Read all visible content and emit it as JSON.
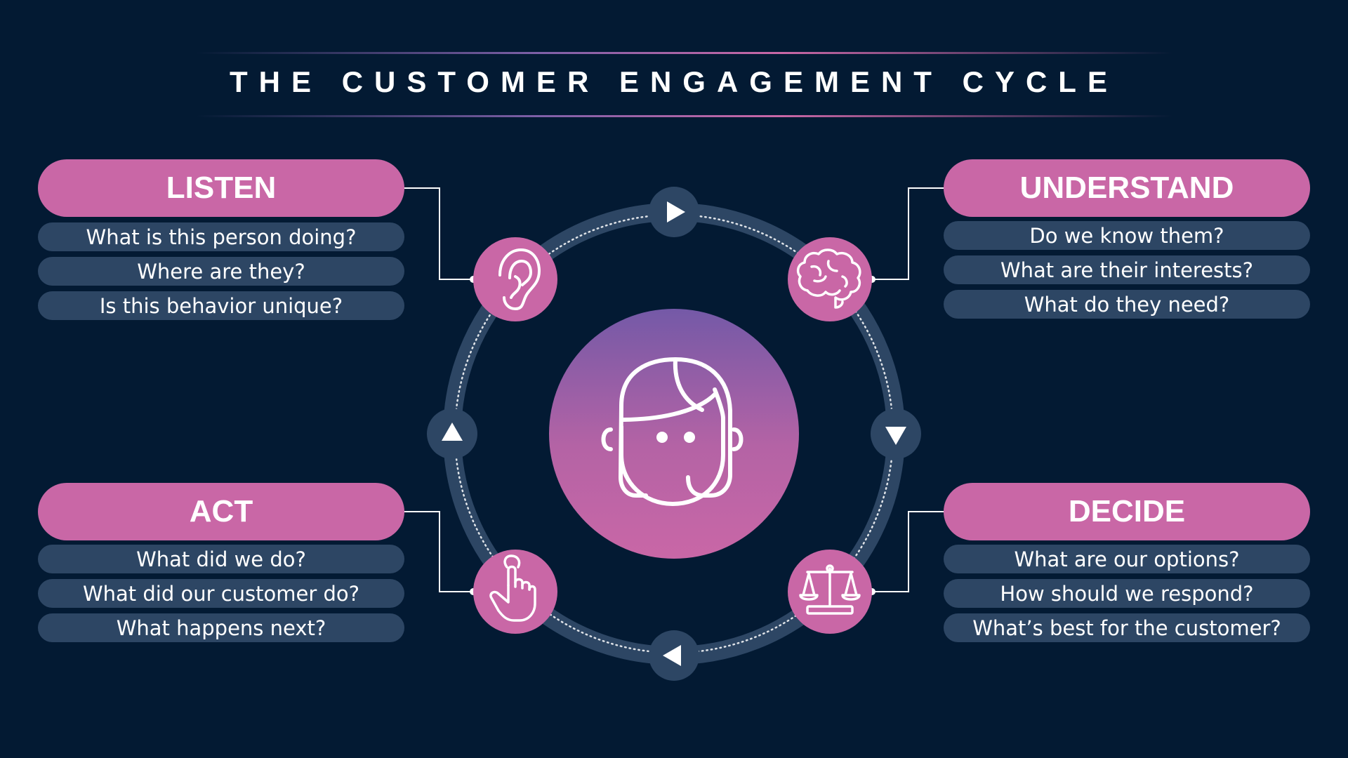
{
  "title": "THE CUSTOMER ENGAGEMENT CYCLE",
  "colors": {
    "background": "#031a33",
    "accent": "#c967a6",
    "accent_top": "#7a5aa6",
    "item_bg": "#2d4664",
    "ring": "#2d4664",
    "white": "#ffffff"
  },
  "stages": [
    {
      "key": "listen",
      "label": "LISTEN",
      "icon": "ear-icon",
      "questions": [
        "What is this person doing?",
        "Where are they?",
        "Is this behavior unique?"
      ]
    },
    {
      "key": "understand",
      "label": "UNDERSTAND",
      "icon": "brain-icon",
      "questions": [
        "Do we know them?",
        "What are their interests?",
        "What do they need?"
      ]
    },
    {
      "key": "decide",
      "label": "DECIDE",
      "icon": "scales-icon",
      "questions": [
        "What are our options?",
        "How should we respond?",
        "What’s best for the customer?"
      ]
    },
    {
      "key": "act",
      "label": "ACT",
      "icon": "pointing-hand-icon",
      "questions": [
        "What did we do?",
        "What did our customer do?",
        "What happens next?"
      ]
    }
  ],
  "center_icon": "customer-face-icon",
  "arrows": [
    "arrow-right-icon",
    "arrow-down-icon",
    "arrow-left-icon",
    "arrow-up-icon"
  ]
}
